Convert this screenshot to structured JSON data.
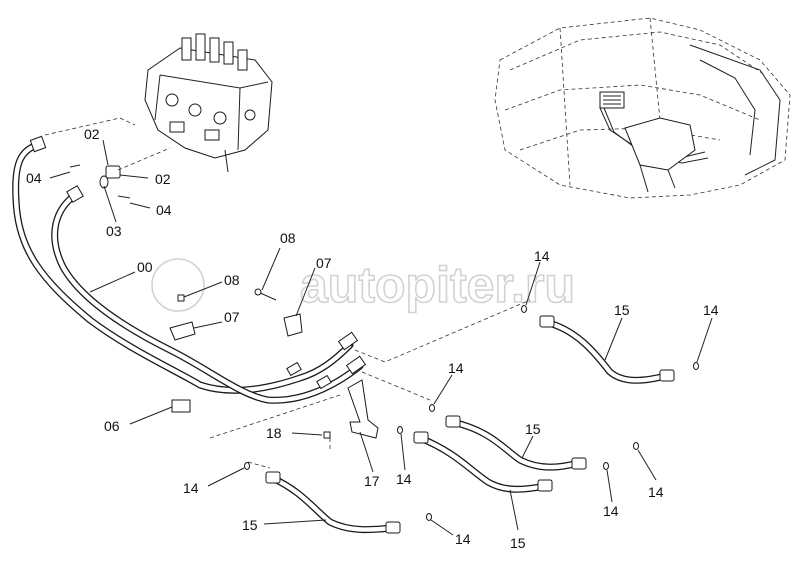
{
  "watermark": "autopiter.ru",
  "labels": {
    "l00": "00",
    "l02a": "02",
    "l02b": "02",
    "l03": "03",
    "l04a": "04",
    "l04b": "04",
    "l06": "06",
    "l07a": "07",
    "l07b": "07",
    "l08a": "08",
    "l08b": "08",
    "l14a": "14",
    "l14b": "14",
    "l14c": "14",
    "l14d": "14",
    "l14e": "14",
    "l14f": "14",
    "l14g": "14",
    "l14h": "14",
    "l15a": "15",
    "l15b": "15",
    "l15c": "15",
    "l15d": "15",
    "l17": "17",
    "l18": "18"
  }
}
